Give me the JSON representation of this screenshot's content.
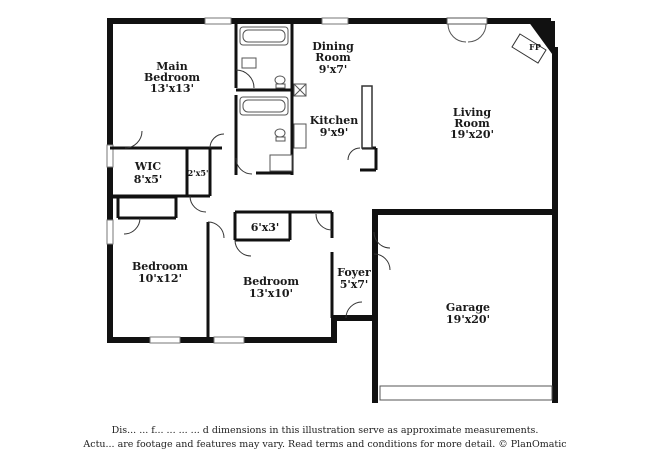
{
  "rooms": {
    "main_bedroom": {
      "name_line1": "Main",
      "name_line2": "Bedroom",
      "dims": "13'x13'"
    },
    "dining_room": {
      "name_line1": "Dining",
      "name_line2": "Room",
      "dims": "9'x7'"
    },
    "kitchen": {
      "name": "Kitchen",
      "dims": "9'x9'"
    },
    "living_room": {
      "name_line1": "Living",
      "name_line2": "Room",
      "dims": "19'x20'"
    },
    "wic": {
      "name": "WIC",
      "dims": "8'x5'"
    },
    "closet_small": {
      "dims": "2'x5'"
    },
    "bedroom_left": {
      "name": "Bedroom",
      "dims": "10'x12'"
    },
    "closet_hall": {
      "dims": "6'x3'"
    },
    "bedroom_center": {
      "name": "Bedroom",
      "dims": "13'x10'"
    },
    "foyer": {
      "name": "Foyer",
      "dims": "5'x7'"
    },
    "garage": {
      "name": "Garage",
      "dims": "19'x20'"
    },
    "fireplace": {
      "label": "FP"
    }
  },
  "disclaimer": {
    "line1": "Dis... ... f... ... ... ... d dimensions in this illustration serve as approximate measurements.",
    "line2": "Actu... are footage and features may vary. Read terms and conditions for more detail. © PlanOmatic"
  },
  "colors": {
    "wall": "#111111",
    "fixture": "#555555",
    "background": "#ffffff"
  }
}
